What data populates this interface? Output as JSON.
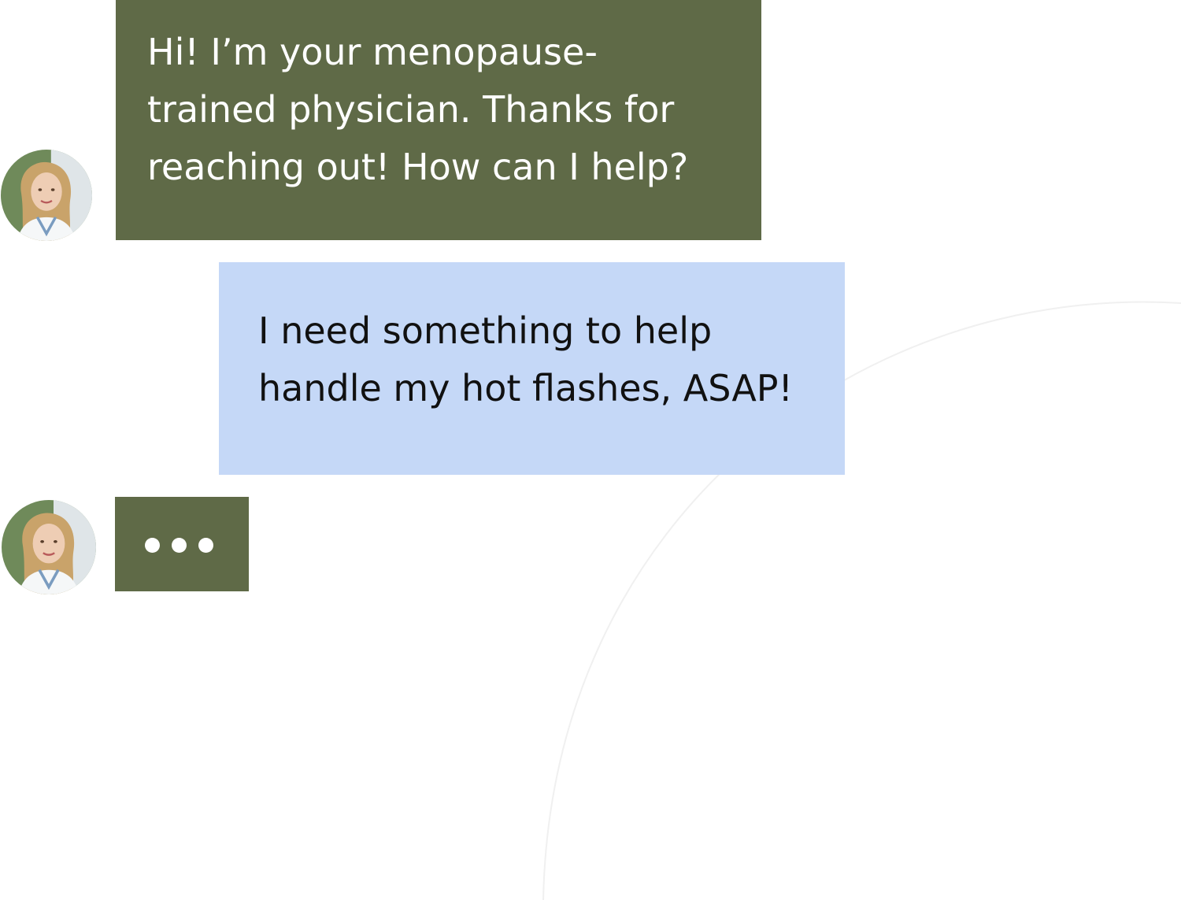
{
  "colors": {
    "doctor_bubble": "#5f6a47",
    "user_bubble": "#c5d8f7",
    "background": "#ffffff"
  },
  "conversation": {
    "messages": [
      {
        "sender": "doctor",
        "text": "Hi! I’m your menopause-\ntrained physician. Thanks for\nreaching out! How can I help?"
      },
      {
        "sender": "user",
        "text": "I need something to help\nhandle my hot flashes, ASAP!"
      }
    ],
    "typing_indicator": {
      "sender": "doctor",
      "icon": "typing-dots-icon"
    }
  },
  "avatar": {
    "icon": "doctor-avatar-photo"
  }
}
